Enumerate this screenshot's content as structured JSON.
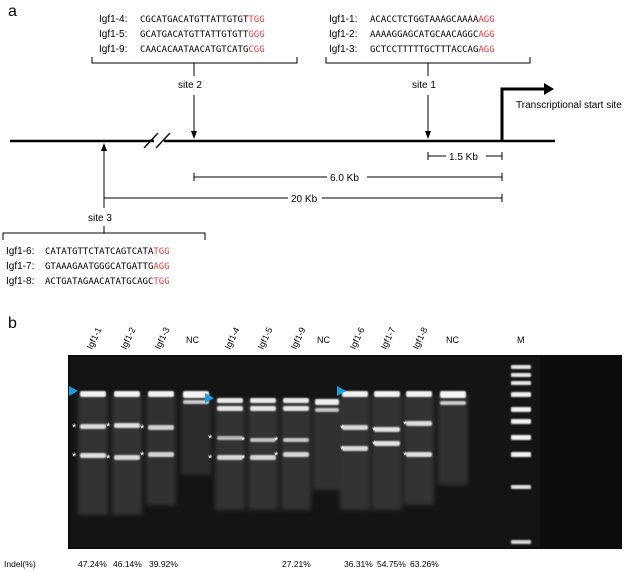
{
  "panel_a": {
    "letter": "a",
    "groups": [
      {
        "id": "site2",
        "site": "site 2",
        "guides": [
          {
            "name": "Igf1-4:",
            "seq": "CGCATGACATGTTATTGTGT",
            "pam": "TGG"
          },
          {
            "name": "Igf1-5:",
            "seq": "GCATGACATGTTATTGTGTT",
            "pam": "GGG"
          },
          {
            "name": "Igf1-9:",
            "seq": "CAACACAATAACATGTCATG",
            "pam": "CGG"
          }
        ]
      },
      {
        "id": "site1",
        "site": "site 1",
        "guides": [
          {
            "name": "Igf1-1:",
            "seq": "ACACCTCTGGTAAAGCAAAA",
            "pam": "AGG"
          },
          {
            "name": "Igf1-2:",
            "seq": "AAAAGGAGCATGCAACAGGC",
            "pam": "AGG"
          },
          {
            "name": "Igf1-3:",
            "seq": "GCTCCTTTTTGCTTTACCAG",
            "pam": "AGG"
          }
        ]
      },
      {
        "id": "site3",
        "site": "site 3",
        "guides": [
          {
            "name": "Igf1-6:",
            "seq": "CATATGTTCTATCAGTCATA",
            "pam": "TGG"
          },
          {
            "name": "Igf1-7:",
            "seq": "GTAAAGAATGGGCATGATTG",
            "pam": "AGG"
          },
          {
            "name": "Igf1-8:",
            "seq": "ACTGATAGAACATATGCAGC",
            "pam": "TGG"
          }
        ]
      }
    ],
    "tss": "Transcriptional start site",
    "distances": [
      "1.5 Kb",
      "6.0 Kb",
      "20 Kb"
    ]
  },
  "panel_b": {
    "letter": "b",
    "lanes": [
      {
        "label": "Igf1-1",
        "indel": "47.24%"
      },
      {
        "label": "Igf1-2",
        "indel": "46.14%"
      },
      {
        "label": "Igf1-3",
        "indel": "39.92%"
      },
      {
        "label": "NC",
        "indel": ""
      },
      {
        "label": "Igf1-4",
        "indel": ""
      },
      {
        "label": "Igf1-5",
        "indel": ""
      },
      {
        "label": "Igf1-9",
        "indel": "27.21%"
      },
      {
        "label": "NC",
        "indel": ""
      },
      {
        "label": "Igf1-6",
        "indel": "36.31%"
      },
      {
        "label": "Igf1-7",
        "indel": "54.75%"
      },
      {
        "label": "Igf1-8",
        "indel": "63.26%"
      },
      {
        "label": "NC",
        "indel": ""
      },
      {
        "label": "M",
        "indel": ""
      }
    ],
    "indel_label": "Indel(%)",
    "star": "*",
    "colors": {
      "gel": "#0d0d0d",
      "band": "#f2f2f2",
      "arrow": "#1a9ee0",
      "pam": "#e8393b"
    }
  }
}
